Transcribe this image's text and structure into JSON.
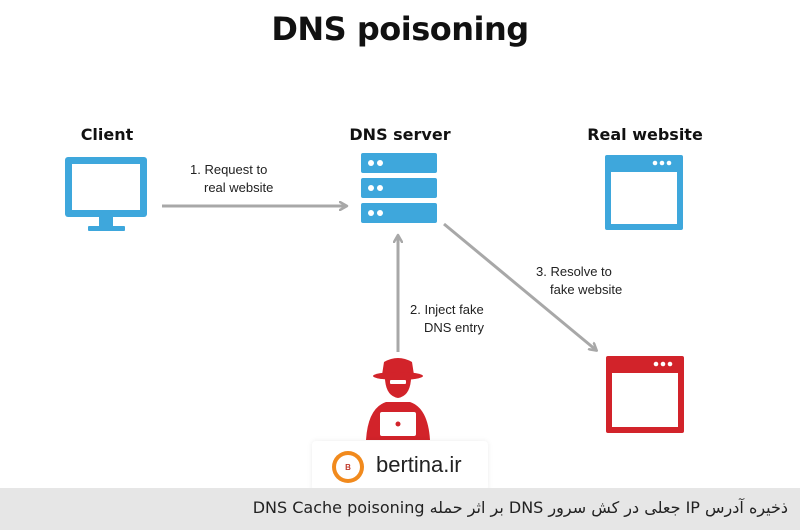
{
  "title": "DNS poisoning",
  "nodes": {
    "client": "Client",
    "dns_server": "DNS server",
    "real_website": "Real website"
  },
  "steps": {
    "step1_line1": "1. Request to",
    "step1_line2": "real website",
    "step2_line1": "2. Inject fake",
    "step2_line2": "DNS entry",
    "step3_line1": "3. Resolve to",
    "step3_line2": "fake website"
  },
  "logo": {
    "text": "bertina.ir"
  },
  "caption": "ذخیره آدرس IP جعلی در کش سرور DNS بر اثر حمله DNS Cache poisoning",
  "colors": {
    "blue": "#3ea7dc",
    "red": "#d2232a",
    "arrow": "#a8a8a8",
    "caption_bg": "#e6e6e6"
  },
  "icons": [
    "monitor-icon",
    "server-icon",
    "browser-window-icon",
    "hacker-icon",
    "fake-browser-window-icon"
  ]
}
